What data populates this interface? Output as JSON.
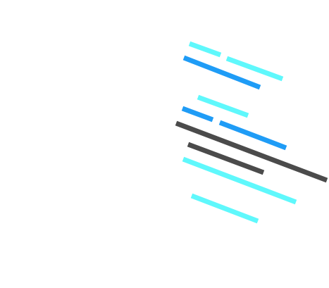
{
  "colors": {
    "background": "#ffffff",
    "cyan": "#5ff8fc",
    "blue": "#1f9cf6",
    "dark_gray": "#4b4b4b"
  },
  "strokes": [
    {
      "name": "stroke-cyan-1",
      "color_key": "cyan"
    },
    {
      "name": "stroke-cyan-2",
      "color_key": "cyan"
    },
    {
      "name": "stroke-blue-1",
      "color_key": "blue"
    },
    {
      "name": "stroke-cyan-3",
      "color_key": "cyan"
    },
    {
      "name": "stroke-blue-2",
      "color_key": "blue"
    },
    {
      "name": "stroke-blue-3",
      "color_key": "blue"
    },
    {
      "name": "stroke-gray-long",
      "color_key": "dark_gray"
    },
    {
      "name": "stroke-gray-short",
      "color_key": "dark_gray"
    },
    {
      "name": "stroke-cyan-long",
      "color_key": "cyan"
    },
    {
      "name": "stroke-cyan-bottom",
      "color_key": "cyan"
    }
  ]
}
